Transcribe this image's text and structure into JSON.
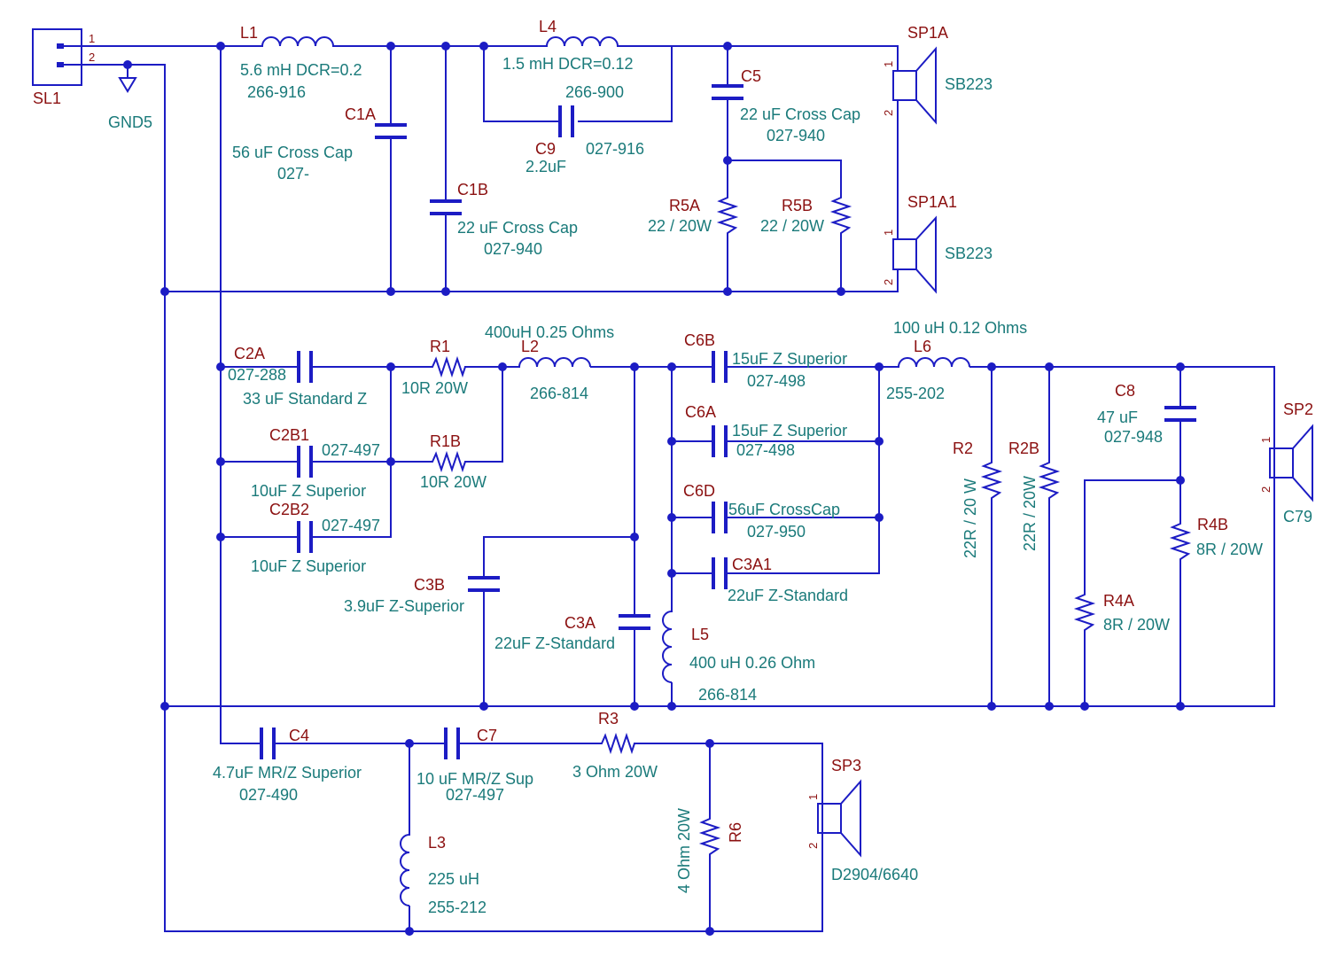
{
  "connector": {
    "ref": "SL1",
    "pins": [
      "1",
      "2"
    ],
    "ground_label": "GND5"
  },
  "components": {
    "L1": {
      "ref": "L1",
      "value": "5.6 mH DCR=0.2",
      "part": "266-916"
    },
    "C1A": {
      "ref": "C1A",
      "value": "56 uF Cross Cap",
      "part": "027-"
    },
    "C1B": {
      "ref": "C1B",
      "value": "22 uF Cross Cap",
      "part": "027-940"
    },
    "L4": {
      "ref": "L4",
      "value": "1.5 mH DCR=0.12",
      "part": "266-900"
    },
    "C9": {
      "ref": "C9",
      "value": "2.2uF",
      "part": "027-916"
    },
    "C5": {
      "ref": "C5",
      "value": "22 uF Cross Cap",
      "part": "027-940"
    },
    "R5A": {
      "ref": "R5A",
      "value": "22 / 20W"
    },
    "R5B": {
      "ref": "R5B",
      "value": "22 / 20W"
    },
    "SP1A": {
      "ref": "SP1A",
      "value": "SB223",
      "pins": [
        "1",
        "2"
      ]
    },
    "SP1A1": {
      "ref": "SP1A1",
      "value": "SB223",
      "pins": [
        "1",
        "2"
      ]
    },
    "C2A": {
      "ref": "C2A",
      "value": "33 uF Standard Z",
      "part": "027-288"
    },
    "R1": {
      "ref": "R1",
      "value": "10R  20W"
    },
    "L2": {
      "ref": "L2",
      "value": "400uH 0.25 Ohms",
      "part": "266-814"
    },
    "C2B1": {
      "ref": "C2B1",
      "value": "10uF Z Superior",
      "part": "027-497"
    },
    "R1B": {
      "ref": "R1B",
      "value": "10R 20W"
    },
    "C2B2": {
      "ref": "C2B2",
      "value": "10uF Z Superior",
      "part": "027-497"
    },
    "C3B": {
      "ref": "C3B",
      "value": "3.9uF Z-Superior"
    },
    "C3A": {
      "ref": "C3A",
      "value": "22uF Z-Standard"
    },
    "C6B": {
      "ref": "C6B",
      "value": "15uF Z Superior",
      "part": "027-498"
    },
    "C6A": {
      "ref": "C6A",
      "value": "15uF Z Superior",
      "part": "027-498"
    },
    "C6D": {
      "ref": "C6D",
      "value": "56uF CrossCap",
      "part": "027-950"
    },
    "C3A1": {
      "ref": "C3A1",
      "value": "22uF Z-Standard"
    },
    "L5": {
      "ref": "L5",
      "value": "400 uH 0.26 Ohm",
      "part": "266-814"
    },
    "L6": {
      "ref": "L6",
      "value": "100 uH 0.12 Ohms",
      "part": "255-202"
    },
    "R2": {
      "ref": "R2",
      "value": "22R / 20 W"
    },
    "R2B": {
      "ref": "R2B",
      "value": "22R / 20W"
    },
    "C8": {
      "ref": "C8",
      "value": "47 uF",
      "part": "027-948"
    },
    "R4B": {
      "ref": "R4B",
      "value": "8R / 20W"
    },
    "R4A": {
      "ref": "R4A",
      "value": "8R / 20W"
    },
    "SP2": {
      "ref": "SP2",
      "value": "C79",
      "pins": [
        "1",
        "2"
      ]
    },
    "C4": {
      "ref": "C4",
      "value": "4.7uF MR/Z Superior",
      "part": "027-490"
    },
    "C7": {
      "ref": "C7",
      "value": "10 uF MR/Z Sup",
      "part": "027-497"
    },
    "R3": {
      "ref": "R3",
      "value": "3 Ohm 20W"
    },
    "R6": {
      "ref": "R6",
      "value": "4 Ohm 20W"
    },
    "L3": {
      "ref": "L3",
      "value": "225 uH",
      "part": "255-212"
    },
    "SP3": {
      "ref": "SP3",
      "value": "D2904/6640",
      "pins": [
        "1",
        "2"
      ]
    }
  },
  "colors": {
    "wire": "#1c1cc4",
    "reference": "#8b1010",
    "value": "#1a7a7a",
    "background": "#ffffff"
  }
}
